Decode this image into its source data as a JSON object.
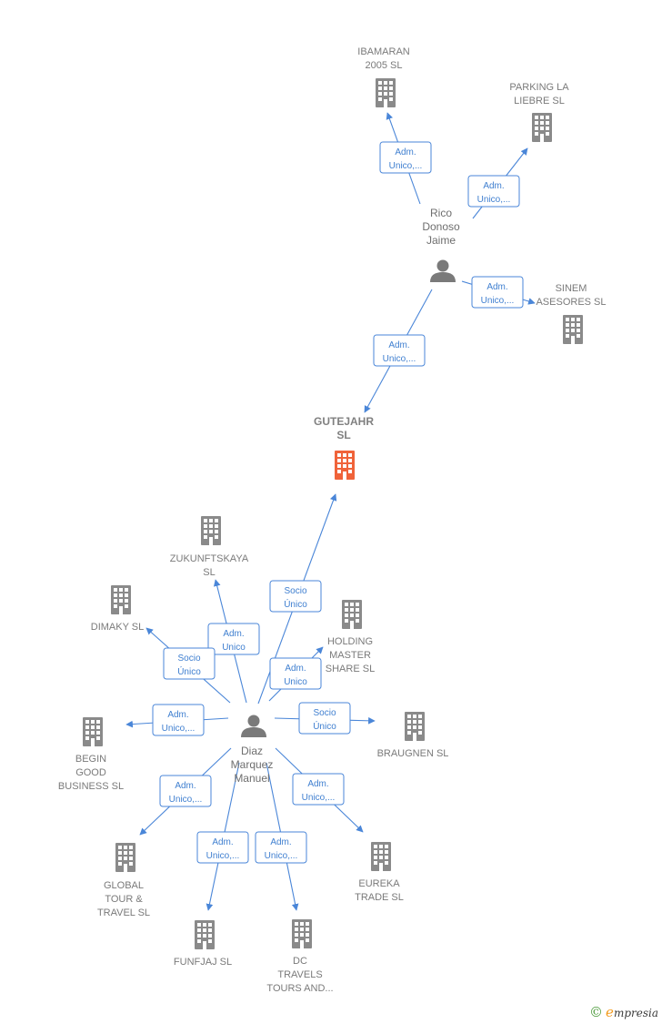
{
  "colors": {
    "edge": "#4a86d8",
    "company": "#8a8a8a",
    "company_focus": "#f0633a",
    "person": "#7a7a7a"
  },
  "icons": {
    "company": "building-icon",
    "person": "person-icon"
  },
  "nodes": [
    {
      "id": "gutejahr",
      "type": "company",
      "focus": true,
      "lines": [
        "GUTEJAHR",
        "SL"
      ]
    },
    {
      "id": "rico",
      "type": "person",
      "lines": [
        "Rico",
        "Donoso",
        "Jaime"
      ]
    },
    {
      "id": "diaz",
      "type": "person",
      "lines": [
        "Diaz",
        "Marquez",
        "Manuel"
      ]
    },
    {
      "id": "ibamaran",
      "type": "company",
      "lines": [
        "IBAMARAN",
        "2005 SL"
      ]
    },
    {
      "id": "parking",
      "type": "company",
      "lines": [
        "PARKING LA",
        "LIEBRE  SL"
      ]
    },
    {
      "id": "sinem",
      "type": "company",
      "lines": [
        "SINEM",
        "ASESORES  SL"
      ]
    },
    {
      "id": "zukunft",
      "type": "company",
      "lines": [
        "ZUKUNFTSKAYA",
        "SL"
      ]
    },
    {
      "id": "dimaky",
      "type": "company",
      "lines": [
        "DIMAKY SL"
      ]
    },
    {
      "id": "holding",
      "type": "company",
      "lines": [
        "HOLDING",
        "MASTER",
        "SHARE  SL"
      ]
    },
    {
      "id": "begin",
      "type": "company",
      "lines": [
        "BEGIN",
        "GOOD",
        "BUSINESS  SL"
      ]
    },
    {
      "id": "braugnen",
      "type": "company",
      "lines": [
        "BRAUGNEN  SL"
      ]
    },
    {
      "id": "global",
      "type": "company",
      "lines": [
        "GLOBAL",
        "TOUR &",
        "TRAVEL  SL"
      ]
    },
    {
      "id": "eureka",
      "type": "company",
      "lines": [
        "EUREKA",
        "TRADE  SL"
      ]
    },
    {
      "id": "funfjaj",
      "type": "company",
      "lines": [
        "FUNFJAJ  SL"
      ]
    },
    {
      "id": "dctravels",
      "type": "company",
      "lines": [
        "DC",
        "TRAVELS",
        "TOURS AND..."
      ]
    }
  ],
  "edges": [
    {
      "from": "rico",
      "to": "ibamaran",
      "label": [
        "Adm.",
        "Unico,..."
      ]
    },
    {
      "from": "rico",
      "to": "parking",
      "label": [
        "Adm.",
        "Unico,..."
      ]
    },
    {
      "from": "rico",
      "to": "sinem",
      "label": [
        "Adm.",
        "Unico,..."
      ]
    },
    {
      "from": "rico",
      "to": "gutejahr",
      "label": [
        "Adm.",
        "Unico,..."
      ]
    },
    {
      "from": "diaz",
      "to": "gutejahr",
      "label": [
        "Socio",
        "Único"
      ]
    },
    {
      "from": "diaz",
      "to": "zukunft",
      "label": [
        "Adm.",
        "Unico"
      ]
    },
    {
      "from": "diaz",
      "to": "dimaky",
      "label": [
        "Socio",
        "Único"
      ]
    },
    {
      "from": "diaz",
      "to": "holding",
      "label": [
        "Adm.",
        "Unico"
      ]
    },
    {
      "from": "diaz",
      "to": "begin",
      "label": [
        "Adm.",
        "Unico,..."
      ]
    },
    {
      "from": "diaz",
      "to": "braugnen",
      "label": [
        "Socio",
        "Único"
      ]
    },
    {
      "from": "diaz",
      "to": "global",
      "label": [
        "Adm.",
        "Unico,..."
      ]
    },
    {
      "from": "diaz",
      "to": "eureka",
      "label": [
        "Adm.",
        "Unico,..."
      ]
    },
    {
      "from": "diaz",
      "to": "funfjaj",
      "label": [
        "Adm.",
        "Unico,..."
      ]
    },
    {
      "from": "diaz",
      "to": "dctravels",
      "label": [
        "Adm.",
        "Unico,..."
      ]
    }
  ],
  "footer": {
    "copyright": "©",
    "brand_initial": "e",
    "brand_rest": "mpresia"
  }
}
